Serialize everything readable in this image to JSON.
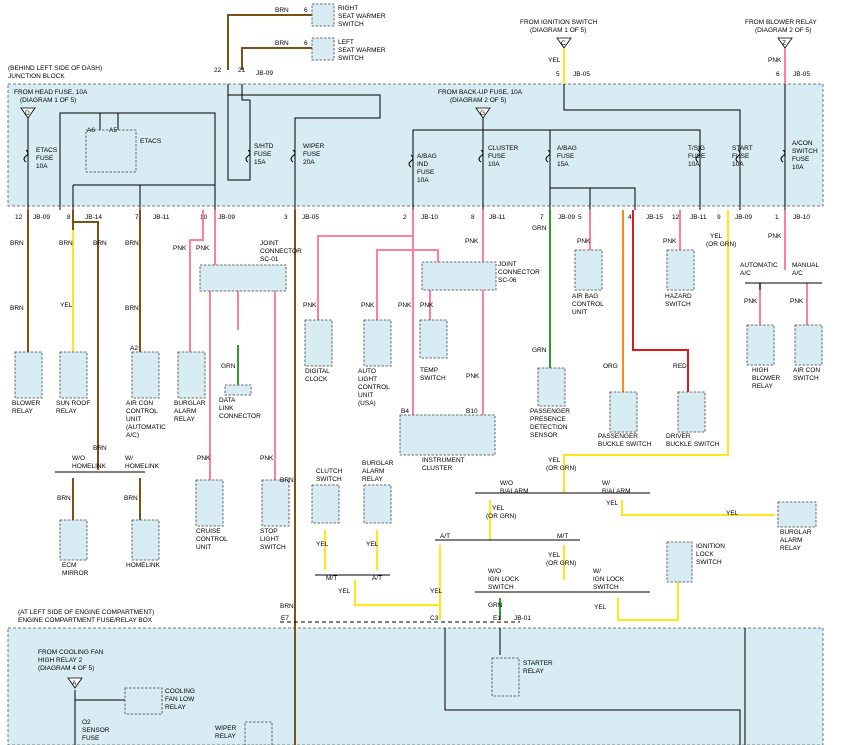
{
  "header": {
    "right_seat_warmer": [
      "RIGHT",
      "SEAT WARMER",
      "SWITCH"
    ],
    "left_seat_warmer": [
      "LEFT",
      "SEAT WARMER",
      "SWITCH"
    ],
    "from_ignition_switch": [
      "FROM IGNITION SWITCH",
      "(DIAGRAM 1 OF 5)"
    ],
    "from_blower_relay": [
      "FROM BLOWER RELAY",
      "(DIAGRAM 2 OF 5)"
    ],
    "connector_c": "C",
    "connector_z": "Z",
    "connector_d": "D",
    "connector_g": "G",
    "connector_a": "A",
    "junction_block": [
      "(BEHIND LEFT SIDE OF DASH)",
      "JUNCTION BLOCK"
    ],
    "from_head_fuse": [
      "FROM HEAD FUSE, 10A",
      "(DIAGRAM 1 OF 5)"
    ],
    "from_backup_fuse": [
      "FROM BACK-UP FUSE, 10A",
      "(DIAGRAM 2 OF 5)"
    ]
  },
  "fuses": [
    {
      "lines": [
        "ETACS",
        "FUSE",
        "10A"
      ]
    },
    {
      "lines": [
        "S/HTD",
        "FUSE",
        "15A"
      ]
    },
    {
      "lines": [
        "WIPER",
        "FUSE",
        "20A"
      ]
    },
    {
      "lines": [
        "A/BAG",
        "IND",
        "FUSE",
        "10A"
      ]
    },
    {
      "lines": [
        "CLUSTER",
        "FUSE",
        "10A"
      ]
    },
    {
      "lines": [
        "A/BAG",
        "FUSE",
        "15A"
      ]
    },
    {
      "lines": [
        "T/SIG",
        "FUSE",
        "10A"
      ]
    },
    {
      "lines": [
        "START",
        "FUSE",
        "10A"
      ]
    },
    {
      "lines": [
        "A/CON",
        "SWITCH",
        "FUSE",
        "10A"
      ]
    }
  ],
  "etacs": {
    "label": "ETACS",
    "pin1": "A6",
    "pin2": "A5"
  },
  "jb_pins": [
    {
      "pin": "12",
      "conn": "JB-09"
    },
    {
      "pin": "8",
      "conn": "JB-14"
    },
    {
      "pin": "7",
      "conn": "JB-11"
    },
    {
      "pin": "10",
      "conn": "JB-09"
    },
    {
      "pin": "3",
      "conn": "JB-05"
    },
    {
      "pin": "2",
      "conn": "JB-10"
    },
    {
      "pin": "8",
      "conn": "JB-11"
    },
    {
      "pin": "7",
      "conn": "JB-09"
    },
    {
      "pin": "5",
      "conn": ""
    },
    {
      "pin": "4",
      "conn": "JB-15"
    },
    {
      "pin": "12",
      "conn": "JB-11"
    },
    {
      "pin": "9",
      "conn": "JB-09"
    },
    {
      "pin": "1",
      "conn": "JB-10"
    }
  ],
  "top_pins": {
    "p22": "22",
    "p21": "21",
    "jb09": "JB-09",
    "p6a": "6",
    "p6b": "6",
    "p5": "5",
    "jb05": "JB-05",
    "p6c": "6",
    "jb05b": "JB-05"
  },
  "wire_colors": {
    "brn": "BRN",
    "pnk": "PNK",
    "yel": "YEL",
    "grn": "GRN",
    "org": "ORG",
    "red": "RED",
    "yel_or_grn": "YEL",
    "or_grn": "(OR GRN)"
  },
  "hex": {
    "brn": "#7a5218",
    "pnk": "#ff7fa0",
    "yel": "#ffe81a",
    "grn": "#2aa02a",
    "org": "#ff8a1a",
    "red": "#e01818",
    "box": "#d7ecf3"
  },
  "components": {
    "blower_relay": [
      "BLOWER",
      "RELAY"
    ],
    "sun_roof_relay": [
      "SUN ROOF",
      "RELAY"
    ],
    "air_con_control": [
      "AIR CON",
      "CONTROL",
      "UNIT",
      "(AUTOMATIC",
      "A/C)"
    ],
    "burglar_alarm_relay": [
      "BURGLAR",
      "ALARM",
      "RELAY"
    ],
    "joint_connector_sc01": [
      "JOINT",
      "CONNECTOR",
      "SC-01"
    ],
    "data_link": [
      "DATA",
      "LINK",
      "CONNECTOR"
    ],
    "cruise_control": [
      "CRUISE",
      "CONTROL",
      "UNIT"
    ],
    "stop_light": [
      "STOP",
      "LIGHT",
      "SWITCH"
    ],
    "digital_clock": [
      "DIGITAL",
      "CLOCK"
    ],
    "auto_light": [
      "AUTO",
      "LIGHT",
      "CONTROL",
      "UNIT",
      "(USA)"
    ],
    "temp_switch": [
      "TEMP",
      "SWITCH"
    ],
    "joint_connector_sc06": [
      "JOINT",
      "CONNECTOR",
      "SC-06"
    ],
    "instrument_cluster": [
      "INSTRUMENT",
      "CLUSTER"
    ],
    "passenger_presence": [
      "PASSENGER",
      "PRESENCE",
      "DETECTION",
      "SENSOR"
    ],
    "air_bag_control": [
      "AIR BAG",
      "CONTROL",
      "UNIT"
    ],
    "passenger_buckle": [
      "PASSENGER",
      "BUCKLE SWITCH"
    ],
    "driver_buckle": [
      "DRIVER",
      "BUCKLE SWITCH"
    ],
    "hazard_switch": [
      "HAZARD",
      "SWITCH"
    ],
    "high_blower": [
      "HIGH",
      "BLOWER",
      "RELAY"
    ],
    "air_con_switch": [
      "AIR CON",
      "SWITCH"
    ],
    "automatic_ac": [
      "AUTOMATIC",
      "A/C"
    ],
    "manual_ac": [
      "MANUAL",
      "A/C"
    ],
    "ecm_mirror": [
      "ECM",
      "MIRROR"
    ],
    "homelink": [
      "HOMELINK"
    ],
    "wo_homelink": [
      "W/O",
      "HOMELINK"
    ],
    "w_homelink": [
      "W/",
      "HOMELINK"
    ],
    "clutch_switch": [
      "CLUTCH",
      "SWITCH"
    ],
    "burglar_alarm_relay2": [
      "BURGLAR",
      "ALARM",
      "RELAY"
    ],
    "burglar_alarm_relay3": [
      "BURGLAR",
      "ALARM",
      "RELAY"
    ],
    "ignition_lock": [
      "IGNITION",
      "LOCK",
      "SWITCH"
    ],
    "wo_balarm": [
      "W/O",
      "B/ALARM"
    ],
    "w_balarm": [
      "W/",
      "B/ALARM"
    ],
    "wo_ign_lock": [
      "W/O",
      "IGN LOCK",
      "SWITCH"
    ],
    "w_ign_lock": [
      "W/",
      "IGN LOCK",
      "SWITCH"
    ],
    "at": "A/T",
    "mt": "M/T",
    "engine_box": [
      "(AT LEFT SIDE OF ENGINE COMPARTMENT)",
      "ENGINE COMPARTMENT FUSE/RELAY BOX"
    ],
    "starter_relay": [
      "STARTER",
      "RELAY"
    ],
    "from_cooling_fan": [
      "FROM COOLING FAN",
      "HIGH RELAY 2",
      "(DIAGRAM 4 OF 5)"
    ],
    "cooling_fan_low": [
      "COOLING",
      "FAN LOW",
      "RELAY"
    ],
    "o2_sensor_fuse": [
      "O2",
      "SENSOR",
      "FUSE"
    ],
    "wiper_relay": [
      "WIPER",
      "RELAY"
    ]
  },
  "misc_pins": {
    "e7": "E7",
    "c3": "C3",
    "e1": "E1",
    "jb01": "JB-01",
    "b4": "B4",
    "b10": "B10",
    "a2": "A2"
  }
}
